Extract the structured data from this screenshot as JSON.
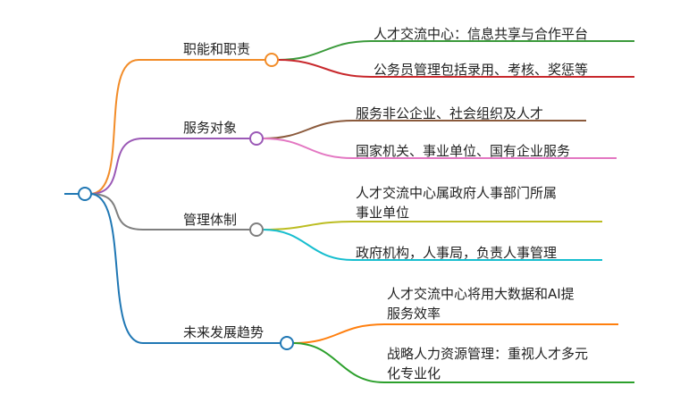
{
  "mindmap": {
    "root": {
      "label": ""
    },
    "branches": [
      {
        "label": "职能和职责",
        "color": "#f28c28",
        "children": [
          {
            "lines": [
              "人才交流中心：信息共享与合作平台"
            ],
            "color": "#3a9a3a"
          },
          {
            "lines": [
              "公务员管理包括录用、考核、奖惩等"
            ],
            "color": "#c8282c"
          }
        ]
      },
      {
        "label": "服务对象",
        "color": "#9b59b6",
        "children": [
          {
            "lines": [
              "服务非公企业、社会组织及人才"
            ],
            "color": "#8b5a3c"
          },
          {
            "lines": [
              "国家机关、事业单位、国有企业服务"
            ],
            "color": "#e377c2"
          }
        ]
      },
      {
        "label": "管理体制",
        "color": "#7f7f7f",
        "children": [
          {
            "lines": [
              "人才交流中心属政府人事部门所属",
              "事业单位"
            ],
            "color": "#bcbd22"
          },
          {
            "lines": [
              "政府机构，人事局，负责人事管理"
            ],
            "color": "#17becf"
          }
        ]
      },
      {
        "label": "未来发展趋势",
        "color": "#1f77b4",
        "children": [
          {
            "lines": [
              "人才交流中心将用大数据和AI提",
              "服务效率"
            ],
            "color": "#ff7f0e"
          },
          {
            "lines": [
              "战略人力资源管理：重视人才多元",
              "化专业化"
            ],
            "color": "#2ca02c"
          }
        ]
      }
    ]
  }
}
